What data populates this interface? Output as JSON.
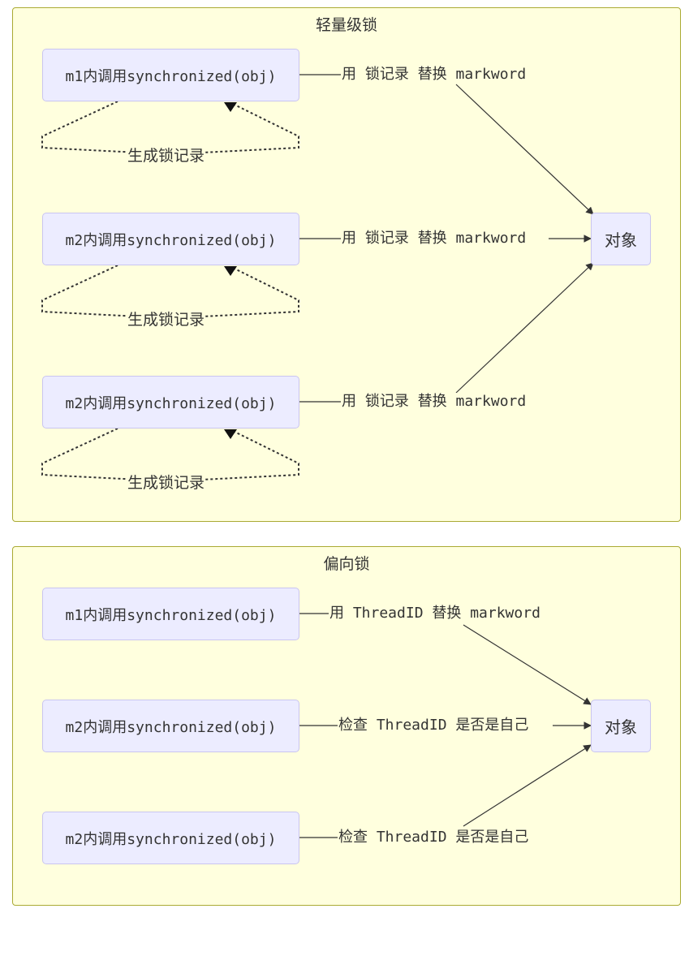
{
  "clusters": {
    "lightweight": {
      "title": "轻量级锁"
    },
    "biased": {
      "title": "偏向锁"
    }
  },
  "lightweight": {
    "nodes": [
      {
        "label": "m1内调用synchronized(obj)"
      },
      {
        "label": "m2内调用synchronized(obj)"
      },
      {
        "label": "m2内调用synchronized(obj)"
      }
    ],
    "self_loop_label": "生成锁记录",
    "edge_label": "用 锁记录 替换 markword",
    "target": "对象"
  },
  "biased": {
    "nodes": [
      {
        "label": "m1内调用synchronized(obj)"
      },
      {
        "label": "m2内调用synchronized(obj)"
      },
      {
        "label": "m2内调用synchronized(obj)"
      }
    ],
    "edge_labels": [
      "用 ThreadID 替换 markword",
      "检查 ThreadID 是否是自己",
      "检查 ThreadID 是否是自己"
    ],
    "target": "对象"
  }
}
